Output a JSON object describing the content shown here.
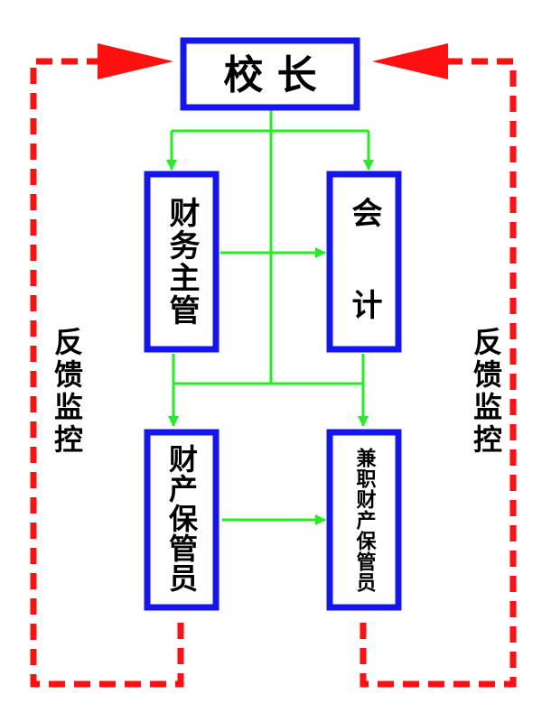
{
  "colors": {
    "box_border": "#1515f0",
    "flow_line": "#22ee22",
    "feedback_line": "#ff1010",
    "text": "#000000"
  },
  "nodes": {
    "principal": "校 长",
    "finance_head": "财务主管",
    "accountant": "会计",
    "property_keeper": "财产保管员",
    "part_time_keeper": "兼职财产保管员"
  },
  "feedback": {
    "left_label": "反馈监控",
    "right_label": "反馈监控"
  }
}
